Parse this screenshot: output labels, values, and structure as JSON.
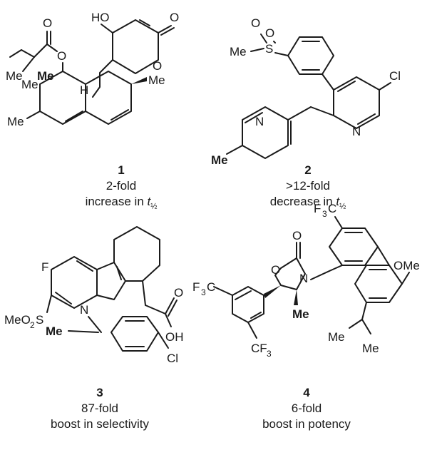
{
  "compounds": [
    {
      "number": "1",
      "fold": "2-fold",
      "effect_prefix": "increase in ",
      "effect_symbol": "t",
      "effect_subscript": "½",
      "atom_labels": {
        "ho": "HO",
        "o_ring": "O",
        "o_carbonyl": "O",
        "o_ester": "O",
        "o_acyl": "O",
        "h": "H",
        "me_a": "Me",
        "me_b": "Me",
        "me_bold": "Me",
        "me_c": "Me",
        "me_d": "Me"
      }
    },
    {
      "number": "2",
      "fold": ">12-fold",
      "effect_prefix": "decrease in ",
      "effect_symbol": "t",
      "effect_subscript": "½",
      "atom_labels": {
        "o1": "O",
        "o2": "O",
        "s": "S",
        "me_s": "Me",
        "cl": "Cl",
        "n1": "N",
        "n2": "N",
        "me_bold": "Me"
      }
    },
    {
      "number": "3",
      "fold": "87-fold",
      "effect_prefix": "boost in selectivity",
      "atom_labels": {
        "f": "F",
        "meo2s": "MeO",
        "meo2s_sub": "2",
        "meo2s_s": "S",
        "n": "N",
        "me_bold": "Me",
        "o": "O",
        "oh": "OH",
        "cl": "Cl"
      }
    },
    {
      "number": "4",
      "fold": "6-fold",
      "effect_prefix": "boost in potency",
      "atom_labels": {
        "f3c_top": "F",
        "f3c_top_sub": "3",
        "f3c_top_c": "C",
        "f3c_left": "F",
        "f3c_left_sub": "3",
        "f3c_left_c": "C",
        "cf3_bottom": "CF",
        "cf3_bottom_sub": "3",
        "o_carbonyl": "O",
        "o_ring": "O",
        "n": "N",
        "ome": "OMe",
        "me_bold": "Me",
        "me_ipr1": "Me",
        "me_ipr2": "Me"
      }
    }
  ]
}
